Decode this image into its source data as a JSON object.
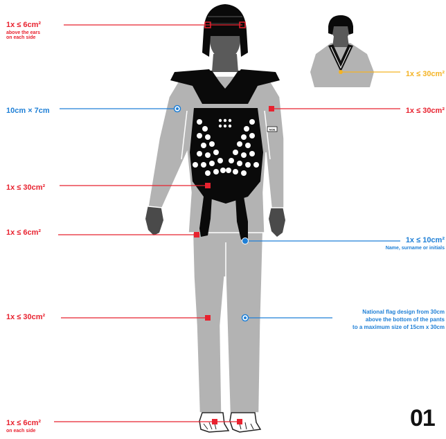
{
  "labels": {
    "head_guard": {
      "main": "1x ≤ 6cm²",
      "sub": [
        "above the ears",
        "on each side"
      ]
    },
    "dobok_collar": {
      "main": "1x ≤ 30cm²"
    },
    "sleeve_flag": {
      "main": "10cm × 7cm"
    },
    "sleeve_logo": {
      "main": "1x ≤ 30cm²"
    },
    "chest_protector": {
      "main": "1x ≤ 30cm²"
    },
    "belt": {
      "main": "1x ≤ 6cm²"
    },
    "name": {
      "main": "1x ≤ 10cm²",
      "sub": "Name, surname or initials"
    },
    "pants": {
      "main": "1x ≤ 30cm²"
    },
    "pants_flag": {
      "lines": [
        "National flag design from 30cm",
        "above the bottom of the pants",
        "to a maximum size of 15cm x 30cm"
      ]
    },
    "foot_protector": {
      "main": "1x ≤ 6cm²",
      "sub": "on each side"
    }
  },
  "protector_tag": "NOE",
  "page_number": "01",
  "colors": {
    "red": "#e8222f",
    "blue": "#1e7fd6",
    "orange": "#f4b324",
    "dobok": "#b3b3b3",
    "skin": "#5a5a5a",
    "black": "#0a0a0a"
  }
}
